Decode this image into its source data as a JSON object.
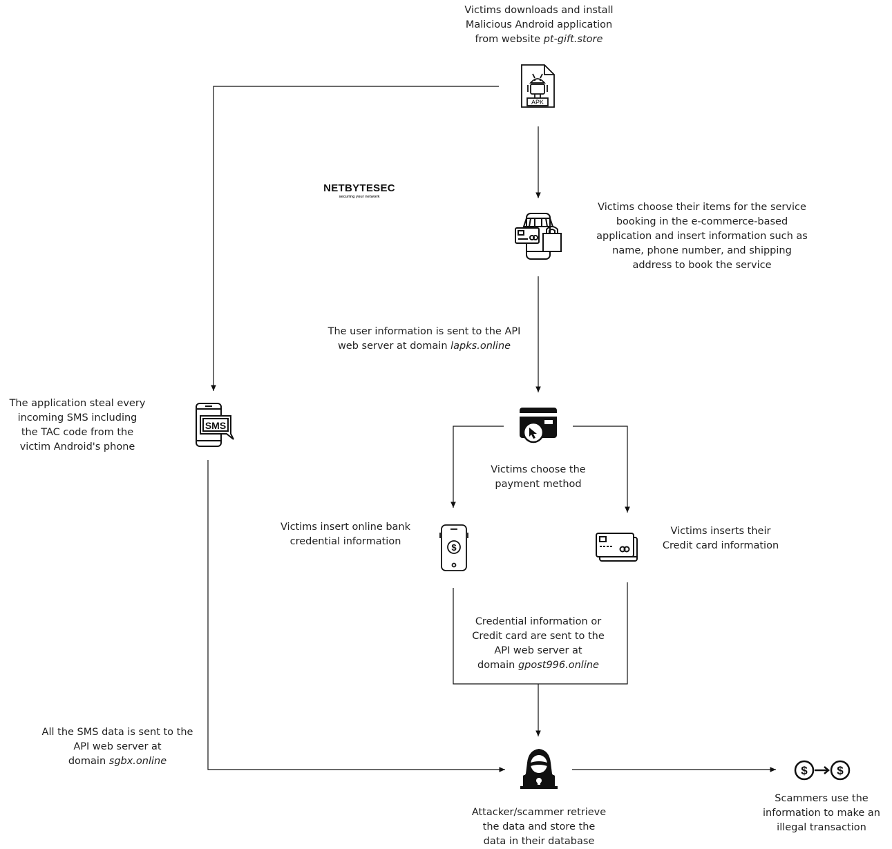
{
  "logo": {
    "brand": "NETBYTESEC",
    "tagline": "securing your network"
  },
  "steps": {
    "download": {
      "lines": [
        "Victims downloads and install",
        "Malicious Android application"
      ],
      "prefix": "from website ",
      "domain": "pt-gift.store"
    },
    "choose_items": {
      "lines": [
        "Victims choose their items for the service",
        "booking in the e-commerce-based",
        "application and insert information such as",
        "name, phone number, and shipping",
        "address to book the service"
      ]
    },
    "user_info_sent": {
      "line1": "The user information is sent to the API",
      "prefix": "web server at domain ",
      "domain": "lapks.online"
    },
    "sms_steal": {
      "lines": [
        "The application steal every",
        "incoming SMS including",
        "the TAC code from the",
        "victim Android's phone"
      ]
    },
    "payment_method": {
      "lines": [
        "Victims choose the",
        "payment method"
      ]
    },
    "online_bank": {
      "lines": [
        "Victims insert online bank",
        "credential information"
      ]
    },
    "credit_card": {
      "lines": [
        "Victims inserts their",
        "Credit card information"
      ]
    },
    "credentials_sent": {
      "lines": [
        "Credential information or",
        "Credit card are sent to the",
        "API web server at"
      ],
      "prefix": "domain ",
      "domain": "gpost996.online"
    },
    "sms_sent": {
      "lines": [
        "All the SMS data is sent to the",
        "API web server at"
      ],
      "prefix": "domain ",
      "domain": "sgbx.online"
    },
    "attacker": {
      "lines": [
        "Attacker/scammer retrieve",
        "the data and store the",
        "data in their database"
      ]
    },
    "illegal": {
      "lines": [
        "Scammers use the",
        "information to make an",
        "illegal transaction"
      ]
    }
  },
  "icons": {
    "apk": {
      "name": "apk-file-icon",
      "label": "APK"
    },
    "shop": {
      "name": "ecommerce-shop-icon"
    },
    "sms": {
      "name": "sms-phone-icon",
      "label": "SMS"
    },
    "payment": {
      "name": "payment-card-click-icon"
    },
    "bank": {
      "name": "mobile-banking-icon",
      "symbol": "$"
    },
    "card": {
      "name": "credit-card-icon"
    },
    "hacker": {
      "name": "hacker-icon"
    },
    "money": {
      "name": "money-transfer-icon",
      "symbol": "$"
    }
  }
}
